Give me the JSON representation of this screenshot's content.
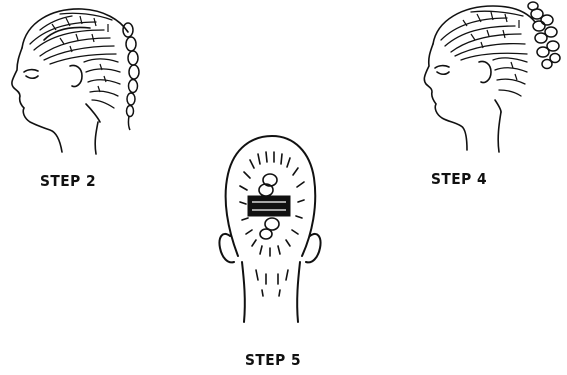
{
  "labels": {
    "step2": "STEP 2",
    "step4": "STEP 4",
    "step5": "STEP 5"
  },
  "colors": {
    "ink": "#111111",
    "background": "#ffffff"
  },
  "figures": {
    "step2": "side-profile-head-with-braided-ponytail",
    "step4": "side-profile-head-with-coiled-braid-ponytail",
    "step5": "back-of-head-with-pinned-braid-bun"
  }
}
